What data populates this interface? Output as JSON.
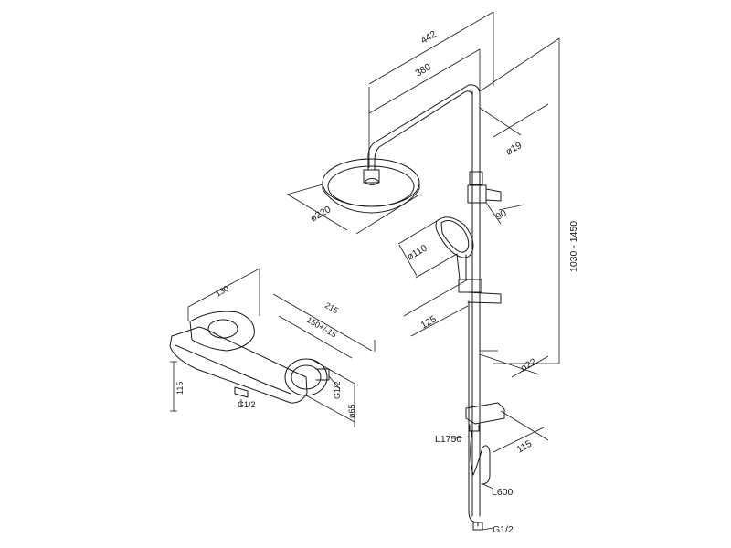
{
  "labels": {
    "shower_arm_total": "442",
    "shower_arm_reach": "380",
    "pipe_diameter_upper": "ø19",
    "head_diameter": "ø220",
    "bracket_depth": "90",
    "rail_height": "1030 - 1450",
    "hand_shower_diameter": "ø110",
    "slider_offset": "125",
    "pipe_diameter_lower": "ø22",
    "mixer_offset": "115",
    "hose_total": "L1750",
    "hose_inner": "L600",
    "hose_thread": "G1/2",
    "mixer_width": "130",
    "mixer_length": "215",
    "mixer_centers": "150+/-15",
    "mixer_height": "115",
    "mixer_thread_bottom": "G1/2",
    "mixer_thread_side": "G1/2",
    "mixer_escutcheon": "ø65"
  }
}
